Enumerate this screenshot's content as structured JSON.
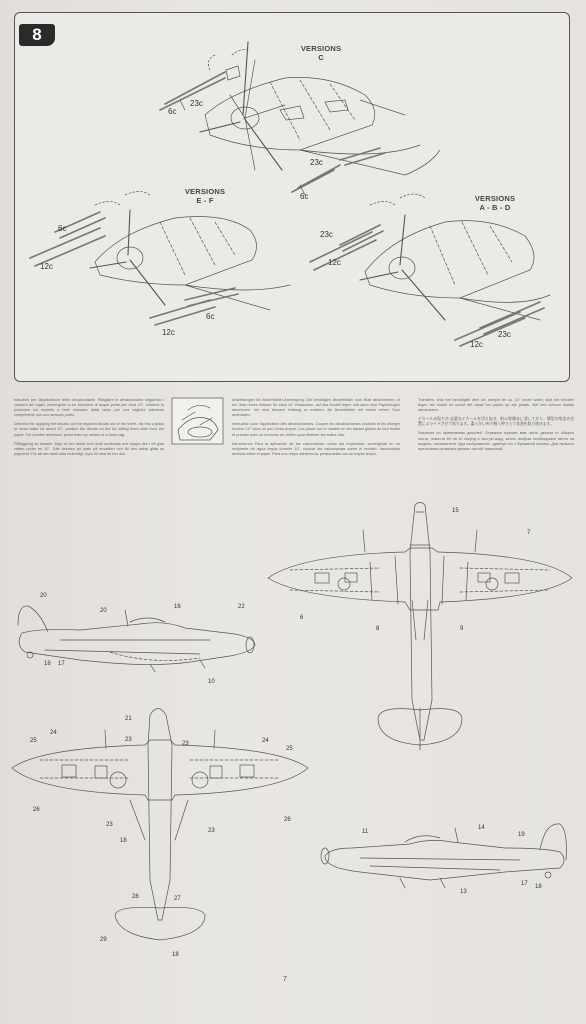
{
  "step": "8",
  "versions": {
    "c": "VERSIONS\nC",
    "ef": "VERSIONS\nE - F",
    "abd": "VERSIONS\nA - B - D"
  },
  "parts": {
    "p6c_a": "6c",
    "p23c_a": "23c",
    "p23c_b": "23c",
    "p6c_b": "6c",
    "p6c_c": "6c",
    "p12c_a": "12c",
    "p6c_d": "6c",
    "p12c_b": "12c",
    "p23c_c": "23c",
    "p12c_c": "12c",
    "p12c_d": "12c",
    "p23c_d": "23c"
  },
  "instructions": {
    "it": "Istruzioni per l'applicazione delle decalcomanie. Ritagliare le decalcomanie seguendo i contorni del foglio, immergerle in un bicchiere di acqua pulita per circa 10\", metterle in posizione sul modello e farle scivolare dalla carta; per una migliore adesione comprimerle con uno straccio pulito.",
    "en": "Direction for applying the decals: cut the required decals out of the sheet, dip into a glass of clean water for about 10\", position the decals on the kit, letting them slide from the paper. For a better adhesion, press them by means of a clean rag.",
    "sv": "Påläggning av dekaler: klipp ut den dekal som skall användas och doppa den i ett glas vatten under en 10\". Sätt dekalen på plats på modellen och låt den sakta glida av papperet. För att den skall sitta ordentligt, tryck till med en torr duk.",
    "de": "Anweisungen für Abziehbilder-Anbringung: Die benötigten Abziehbilder vom Blatt abschneiden, in ein Glas reines Wasser für etwa 10\" eintauchen, auf das Modell legen und dann vom Papierbogen abnehmen. Um eine bessere Haftung zu erzielen, die Abziehbilder mit einem reinen Tuch andrücken.",
    "fr": "Instruction pour l'application des décalcomanies. Couper les décalcomanies choisies et les plonger environ 10\" dans un peu d'eau propre. Les placer sur le modèle en les faisant glisser de leur feuille et presser avec un morceau de chiffon pour éliminer les bulles d'air.",
    "es": "Intrucciones Para la aplicación de las calcomanias: cortar las requeridas, sumergirlas en un recipiente de agua limpia durante 10\", colocar las calcomanias sobre el modelo, haciéndolas deslizar sobre el papel. Para una mejor adherencia, presionarlas con un trapito limpio.",
    "nl": "Transfers: knip het benodigde deel uit, dompel dit ca. 10\" onder water, sluit het transfer tegen het model en schuif het vanaf het papier op zijn plaats. Met een schoon doekje aandrukken.",
    "jp": "デカールの貼り方 必要なデカールを切り抜き、約10秒間水に浸してから、模型の所定の位置にスライドさせて貼ります。柔らかい布で軽く押さえて気泡を取り除きます。",
    "ru": "Указания по применению декалей: Отрежьте нужную вам часть декали от общего листа, помести её на 10 секунд в чистую воду, затем, выбрав необходимое место на модели, переместите туда изображение, сдвинув его с бумажной основы. Для лучшего прилегания прижмите декаль чистой тряпочкой."
  },
  "callouts": {
    "top_view": [
      "15",
      "7",
      "6",
      "8",
      "9"
    ],
    "left_side": [
      "20",
      "20",
      "16",
      "22",
      "18",
      "17",
      "10"
    ],
    "bottom_view": [
      "21",
      "24",
      "25",
      "23",
      "23",
      "24",
      "25",
      "26",
      "23",
      "23",
      "18",
      "26",
      "28",
      "27",
      "29",
      "18"
    ],
    "right_side": [
      "11",
      "14",
      "19",
      "13",
      "17",
      "18"
    ]
  },
  "page_number": "7"
}
